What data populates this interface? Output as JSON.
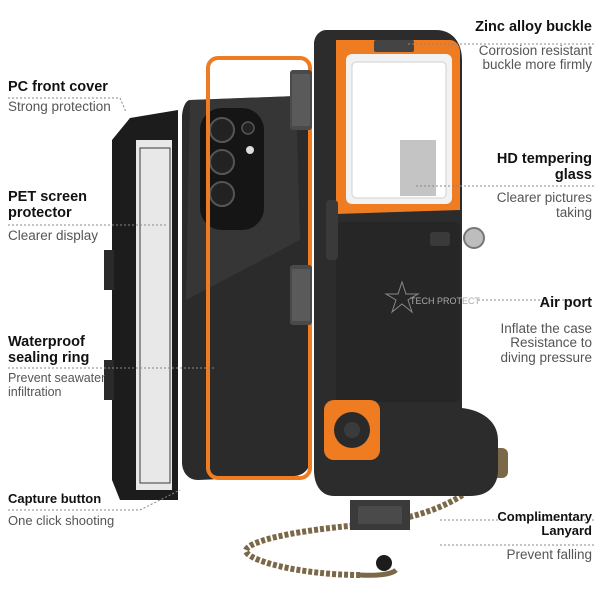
{
  "colors": {
    "accent": "#f07c22",
    "case_dark": "#2c2c2c",
    "frame": "#1a1a1a"
  },
  "logo_text": "TECH PROTECT",
  "labels": {
    "pc_cover": {
      "title": "PC front cover",
      "sub": "Strong protection"
    },
    "pet": {
      "title_1": "PET screen",
      "title_2": "protector",
      "sub": "Clearer display"
    },
    "sealing": {
      "title_1": "Waterproof",
      "title_2": "sealing ring",
      "sub_1": "Prevent seawater",
      "sub_2": "infiltration"
    },
    "capture": {
      "title": "Capture button",
      "sub": "One click shooting"
    },
    "zinc": {
      "title": "Zinc alloy buckle",
      "sub_1": "Corrosion resistant",
      "sub_2": "buckle more firmly"
    },
    "hd": {
      "title_1": "HD tempering",
      "title_2": "glass",
      "sub_1": "Clearer pictures",
      "sub_2": "taking"
    },
    "air": {
      "title": "Air port",
      "sub_1": "Inflate the case",
      "sub_2": "Resistance to",
      "sub_3": "diving pressure"
    },
    "lanyard": {
      "title_1": "Complimentary",
      "title_2": "Lanyard",
      "sub": "Prevent falling"
    }
  }
}
